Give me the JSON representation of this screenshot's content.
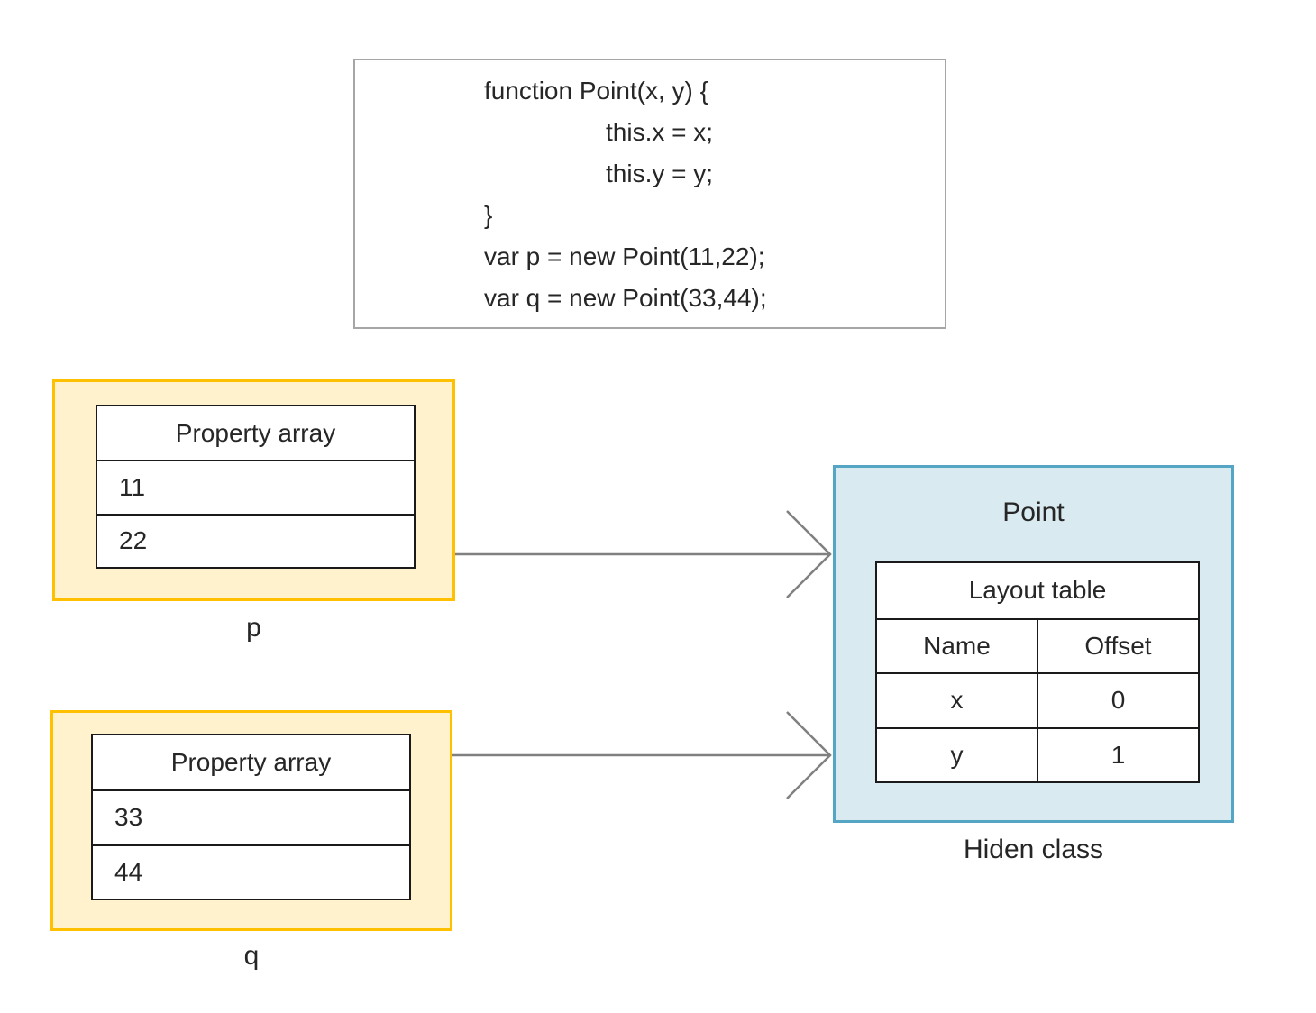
{
  "diagram": {
    "code_box": {
      "lines": [
        "function Point(x, y) {",
        "this.x = x;",
        "this.y = y;",
        "}",
        "var p = new Point(11,22);",
        "var q = new Point(33,44);"
      ]
    },
    "objects": [
      {
        "label": "p",
        "table_header": "Property array",
        "values": [
          "11",
          "22"
        ]
      },
      {
        "label": "q",
        "table_header": "Property array",
        "values": [
          "33",
          "44"
        ]
      }
    ],
    "hidden_class": {
      "title": "Point",
      "table_header": "Layout table",
      "columns": [
        "Name",
        "Offset"
      ],
      "rows": [
        [
          "x",
          "0"
        ],
        [
          "y",
          "1"
        ]
      ],
      "caption": "Hiden class"
    }
  },
  "colors": {
    "object_border": "#FFC000",
    "object_fill": "#FFF2CC",
    "class_border": "#55A5C5",
    "class_fill": "#D9EAF1",
    "arrow": "#808080",
    "code_border": "#A6A6A6",
    "table_border": "#1A1A1A",
    "text": "#262626"
  }
}
